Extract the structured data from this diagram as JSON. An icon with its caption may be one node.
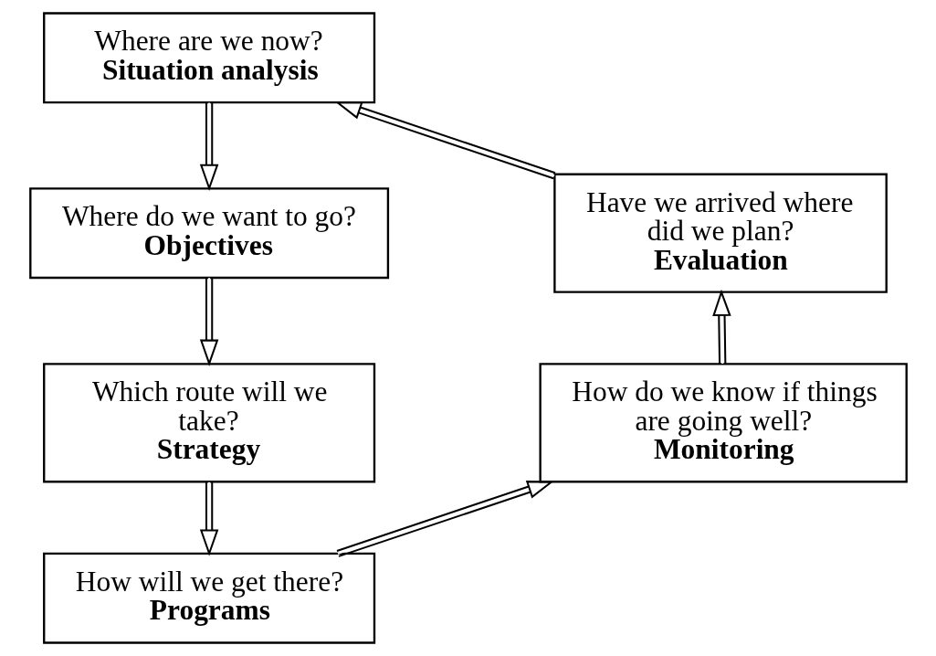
{
  "diagram": {
    "nodes": [
      {
        "text": [
          "Where are we now?",
          "Situation analysis"
        ]
      },
      {
        "text": [
          "Where do we want to go?",
          "Objectives"
        ]
      },
      {
        "text": [
          "Which route will we take?",
          "Strategy"
        ]
      },
      {
        "text": [
          "How will we get there?",
          "Programs"
        ]
      },
      {
        "text": [
          "How do we know if things are going well?",
          "Monitoring"
        ]
      },
      {
        "text": [
          "Have we arrived where did we plan?",
          "Evaluation"
        ]
      }
    ],
    "edges": [
      {
        "from": 0,
        "to": 1,
        "arrow": "to"
      },
      {
        "from": 1,
        "to": 2,
        "arrow": "to"
      },
      {
        "from": 2,
        "to": 3,
        "arrow": "to"
      },
      {
        "from": 3,
        "to": 4,
        "arrow": "to"
      },
      {
        "from": 4,
        "to": 5,
        "arrow": "to"
      },
      {
        "from": 5,
        "to": 0,
        "arrow": "to"
      }
    ]
  }
}
